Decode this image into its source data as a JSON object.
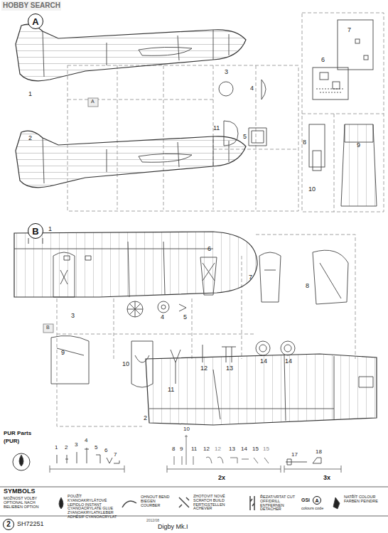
{
  "diagram": {
    "nodes": [
      {
        "text": [
          "A"
        ]
      },
      {
        "text": [
          "B"
        ]
      },
      {
        "text": [
          "2"
        ]
      },
      {
        "text": [
          "A"
        ]
      }
    ],
    "labels": [
      "HOBBY SEARCH",
      "1",
      "2",
      "A",
      "3",
      "4",
      "5",
      "6",
      "7",
      "8",
      "9",
      "10",
      "11",
      "1",
      "2",
      "3",
      "4",
      "5",
      "6",
      "7",
      "8",
      "9",
      "10",
      "11",
      "12",
      "13",
      "14",
      "14",
      "B",
      "PUR Parts",
      "(PUR)",
      "1",
      "2",
      "3",
      "4",
      "5",
      "6",
      "7",
      "8",
      "9",
      "10",
      "11",
      "12",
      "12",
      "13",
      "14",
      "15",
      "15",
      "2x",
      "17",
      "18",
      "3x",
      "SYMBOLS",
      "MOŽNOST VOLBY OPTIONAL NACH BELIEBEN OPTION",
      "POUŽÍT KYANOAKRYLÁTOVÉ LEPIDLO INSTANT CYANOACRYLATE GLUE ZYANOAKRYLATKLEBER ADHÉSIF CYANOACRYLAT",
      "OHNOUT BEND BIEGEN COURBER",
      "ZHOTOVIT NOVÉ SCRATCH BUILD FERTIGSTELLEN ACHEVER",
      "ŘEZAT/VRTAT CUT OFF/DRILL ENTFERNEN DETACHER",
      "GSi",
      "colours code",
      "NATŘÍT COLOUR FARBEN PEINDRE",
      "SH72251",
      "2012/08",
      "Digby Mk.I"
    ]
  }
}
